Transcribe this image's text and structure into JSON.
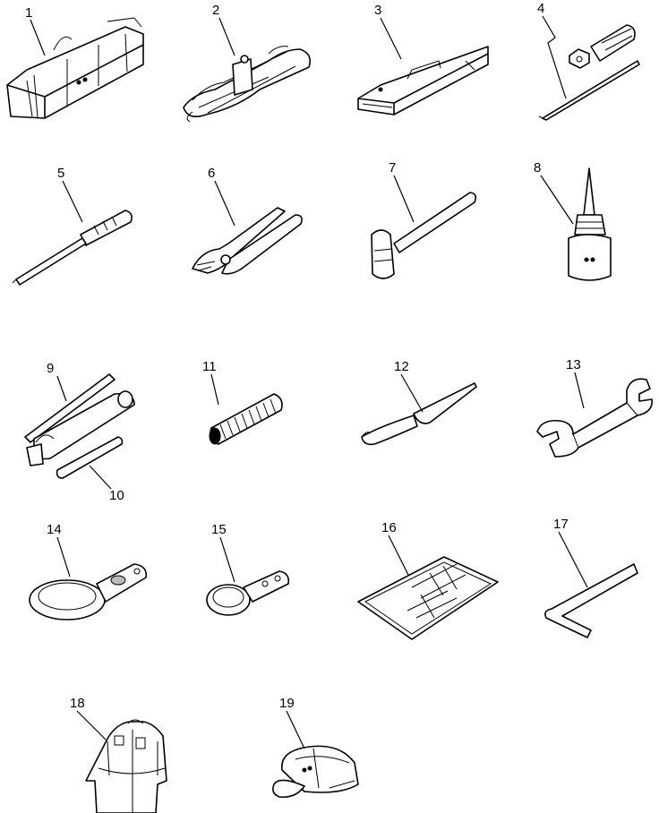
{
  "callouts": [
    {
      "id": "1",
      "label": "1"
    },
    {
      "id": "2",
      "label": "2"
    },
    {
      "id": "3",
      "label": "3"
    },
    {
      "id": "4",
      "label": "4"
    },
    {
      "id": "5",
      "label": "5"
    },
    {
      "id": "6",
      "label": "6"
    },
    {
      "id": "7",
      "label": "7"
    },
    {
      "id": "8",
      "label": "8"
    },
    {
      "id": "9",
      "label": "9"
    },
    {
      "id": "10",
      "label": "10"
    },
    {
      "id": "11",
      "label": "11"
    },
    {
      "id": "12",
      "label": "12"
    },
    {
      "id": "13",
      "label": "13"
    },
    {
      "id": "14",
      "label": "14"
    },
    {
      "id": "15",
      "label": "15"
    },
    {
      "id": "16",
      "label": "16"
    },
    {
      "id": "17",
      "label": "17"
    },
    {
      "id": "18",
      "label": "18"
    },
    {
      "id": "19",
      "label": "19"
    }
  ],
  "icons": {
    "1": "tool-bag-icon",
    "2": "wrench-set-icon",
    "3": "tool-box-icon",
    "4": "screwdriver-with-bits-icon",
    "5": "screwdriver-icon",
    "6": "pliers-icon",
    "7": "hammer-icon",
    "8": "oiler-can-icon",
    "9": "grease-gun-icon",
    "10": "nozzle-pipe-icon",
    "11": "coil-spring-icon",
    "12": "pry-bar-icon",
    "13": "open-end-wrench-icon",
    "14": "filter-wrench-large-icon",
    "15": "filter-wrench-small-icon",
    "16": "manual-booklet-icon",
    "17": "hex-key-icon",
    "18": "coverall-icon",
    "19": "cap-icon"
  },
  "colors": {
    "ink": "#000000",
    "paper": "#ffffff"
  }
}
